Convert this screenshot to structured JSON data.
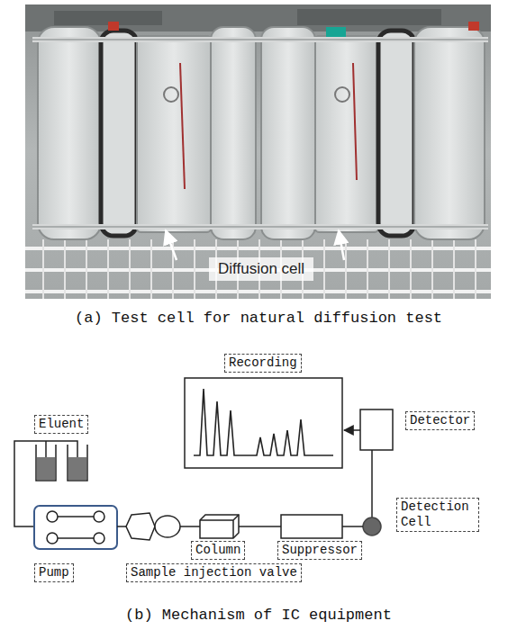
{
  "diagram": {
    "nodes": [
      {
        "text": [
          "Recording"
        ]
      },
      {
        "text": [
          "Detector"
        ]
      },
      {
        "text": [
          "Eluent"
        ]
      },
      {
        "text": [
          "Detection Cell"
        ]
      },
      {
        "text": [
          "Column"
        ]
      },
      {
        "text": [
          "Suppressor"
        ]
      },
      {
        "text": [
          "Pump"
        ]
      },
      {
        "text": [
          "Sample injection valve"
        ]
      }
    ],
    "labels": [
      "Diffusion cell",
      "(a) Test cell for natural diffusion test",
      "(b) Mechanism of IC equipment"
    ]
  }
}
